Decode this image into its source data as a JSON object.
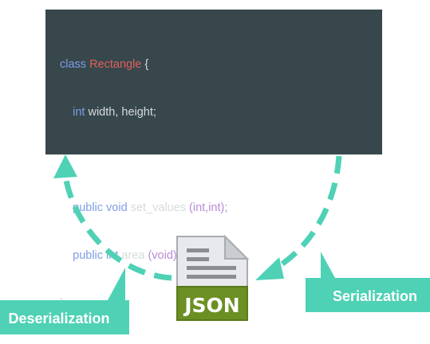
{
  "code": {
    "line1": {
      "kw": "class",
      "name": "Rectangle",
      "brace": "{"
    },
    "line2": {
      "kw": "int",
      "rest": "width, height;"
    },
    "line3": {
      "kw": "public void",
      "fn": "set_values",
      "params": "(int,int);"
    },
    "line4": {
      "kw": "public int",
      "fn": "area",
      "params": "(void);"
    },
    "line5": {
      "brace": "}"
    }
  },
  "labels": {
    "serialization": "Serialization",
    "deserialization": "Deserialization",
    "json_icon": "JSON"
  },
  "colors": {
    "code_bg": "#37474c",
    "accent": "#4fd1b5",
    "json_green": "#6b8f23",
    "keyword": "#7f9ee6",
    "class_name": "#e0605b"
  },
  "icons": [
    "json-file-icon",
    "arrow-head-icon"
  ]
}
